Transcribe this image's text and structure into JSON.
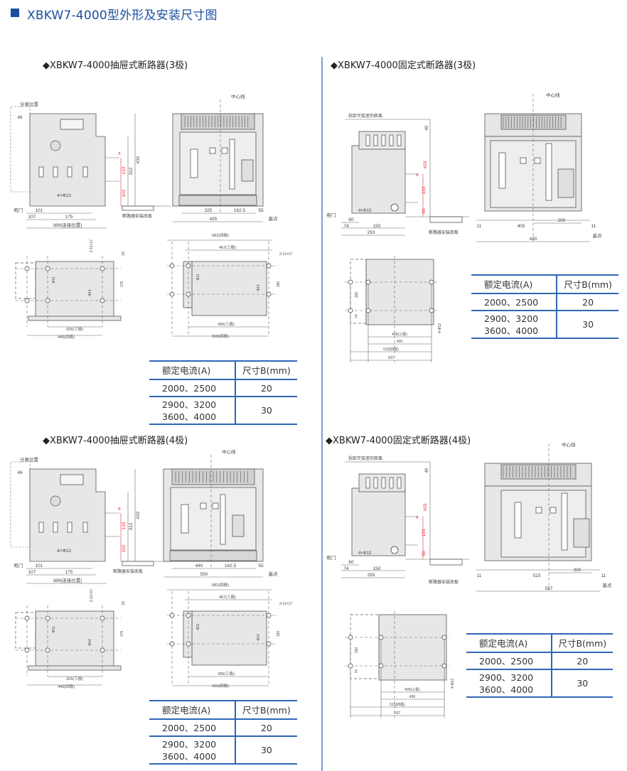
{
  "page_title": "XBKW7-4000型外形及安装尺寸图",
  "colors": {
    "accent": "#1a4fa0",
    "table_line": "#2e67b6",
    "dimension_red": "#e8303a"
  },
  "sections": [
    {
      "heading": "◆XBKW7-4000抽屉式断路器(3极)",
      "side": [
        "分离位置",
        "46",
        "432",
        "312",
        "133",
        "102",
        "4×Φ13",
        "柜门",
        "101",
        "107",
        "175",
        "389(连接位置)",
        "B"
      ],
      "front": [
        "中心线",
        "断路器安装底板",
        "325",
        "162.5",
        "55",
        "435",
        "基点"
      ],
      "mount": [
        "2-11×17",
        "33",
        "Φ11",
        "Φ14",
        "175",
        "325(三极)",
        "440(四极)",
        "582(四极)",
        "467(三极)",
        "2-11×17",
        "Φ11",
        "Φ14",
        "190",
        "435(三极)",
        "550(四极)"
      ]
    },
    {
      "heading": "◆XBKW7-4000固定式断路器(3极)",
      "side": [
        "拆卸灭弧室的距离",
        "40",
        "403",
        "133",
        "60",
        "B",
        "4×Φ13",
        "柜门",
        "60",
        "74",
        "150",
        "293"
      ],
      "front": [
        "中心线",
        "断路器安装底板",
        "11",
        "405",
        "200",
        "11",
        "430",
        "基点"
      ],
      "mount": [
        "150",
        "74",
        "405(三极)",
        "430",
        "515(四极)",
        "537",
        "4-Φ12"
      ]
    },
    {
      "heading": "◆XBKW7-4000抽屉式断路器(4极)",
      "side": [
        "分离位置",
        "46",
        "432",
        "312",
        "133",
        "102",
        "4×Φ13",
        "柜门",
        "101",
        "107",
        "175",
        "389(连接位置)",
        "B"
      ],
      "front": [
        "中心线",
        "断路器安装底板",
        "440",
        "162.5",
        "55",
        "550",
        "基点"
      ],
      "mount": [
        "2-11×17",
        "33",
        "Φ11",
        "Φ14",
        "175",
        "325(三极)",
        "440(四极)",
        "582(四极)",
        "467(三极)",
        "2-11×17",
        "Φ11",
        "Φ14",
        "190",
        "435(三极)",
        "550(四极)"
      ]
    },
    {
      "heading": "◆XBKW7-4000固定式断路器(4极)",
      "side": [
        "拆卸灭弧室的距离",
        "40",
        "403",
        "133",
        "60",
        "B",
        "4×Φ13",
        "柜门",
        "60",
        "74",
        "150",
        "293"
      ],
      "front": [
        "中心线",
        "断路器安装底板",
        "11",
        "515",
        "200",
        "11",
        "537",
        "基点"
      ],
      "mount": [
        "150",
        "74",
        "405(三极)",
        "430",
        "515(四极)",
        "537",
        "4-Φ12"
      ]
    }
  ],
  "table": {
    "headers": [
      "额定电流(A)",
      "尺寸B(mm)"
    ],
    "rows": [
      [
        "2000、2500",
        "20"
      ],
      [
        "2900、3200\n3600、4000",
        "30"
      ]
    ]
  }
}
